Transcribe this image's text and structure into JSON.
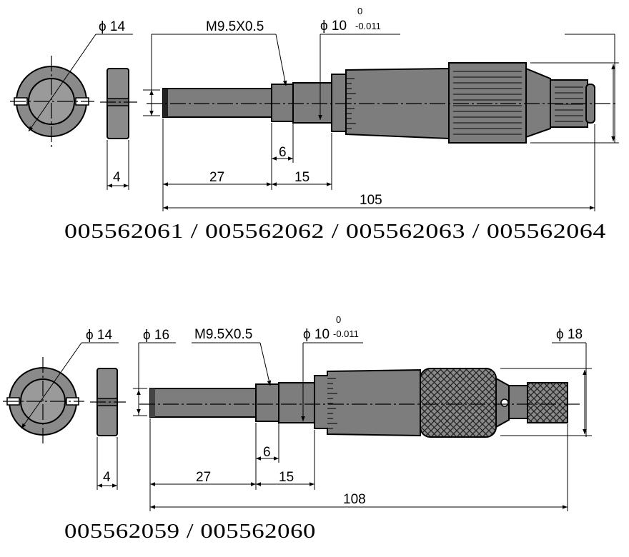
{
  "colors": {
    "part_fill": "#8a8a8a",
    "line": "#000000",
    "background": "#ffffff"
  },
  "drawing_1": {
    "nut_diameter": "14",
    "thread": "M9.5X0.5",
    "spindle_diameter": "10",
    "tol_upper": "0",
    "tol_lower": "-0.011",
    "dim_thread_len": "6",
    "dim_nut_thickness": "4",
    "dim_27": "27",
    "dim_15": "15",
    "dim_total": "105",
    "part_numbers": "005562061 / 005562062 / 005562063 / 005562064"
  },
  "drawing_2": {
    "nut_diameter": "14",
    "spindle_face_diameter": "16",
    "thread": "M9.5X0.5",
    "spindle_diameter": "10",
    "tol_upper": "0",
    "tol_lower": "-0.011",
    "thimble_diameter": "18",
    "dim_thread_len": "6",
    "dim_nut_thickness": "4",
    "dim_27": "27",
    "dim_15": "15",
    "dim_total": "108",
    "part_numbers": "005562059 / 005562060"
  }
}
